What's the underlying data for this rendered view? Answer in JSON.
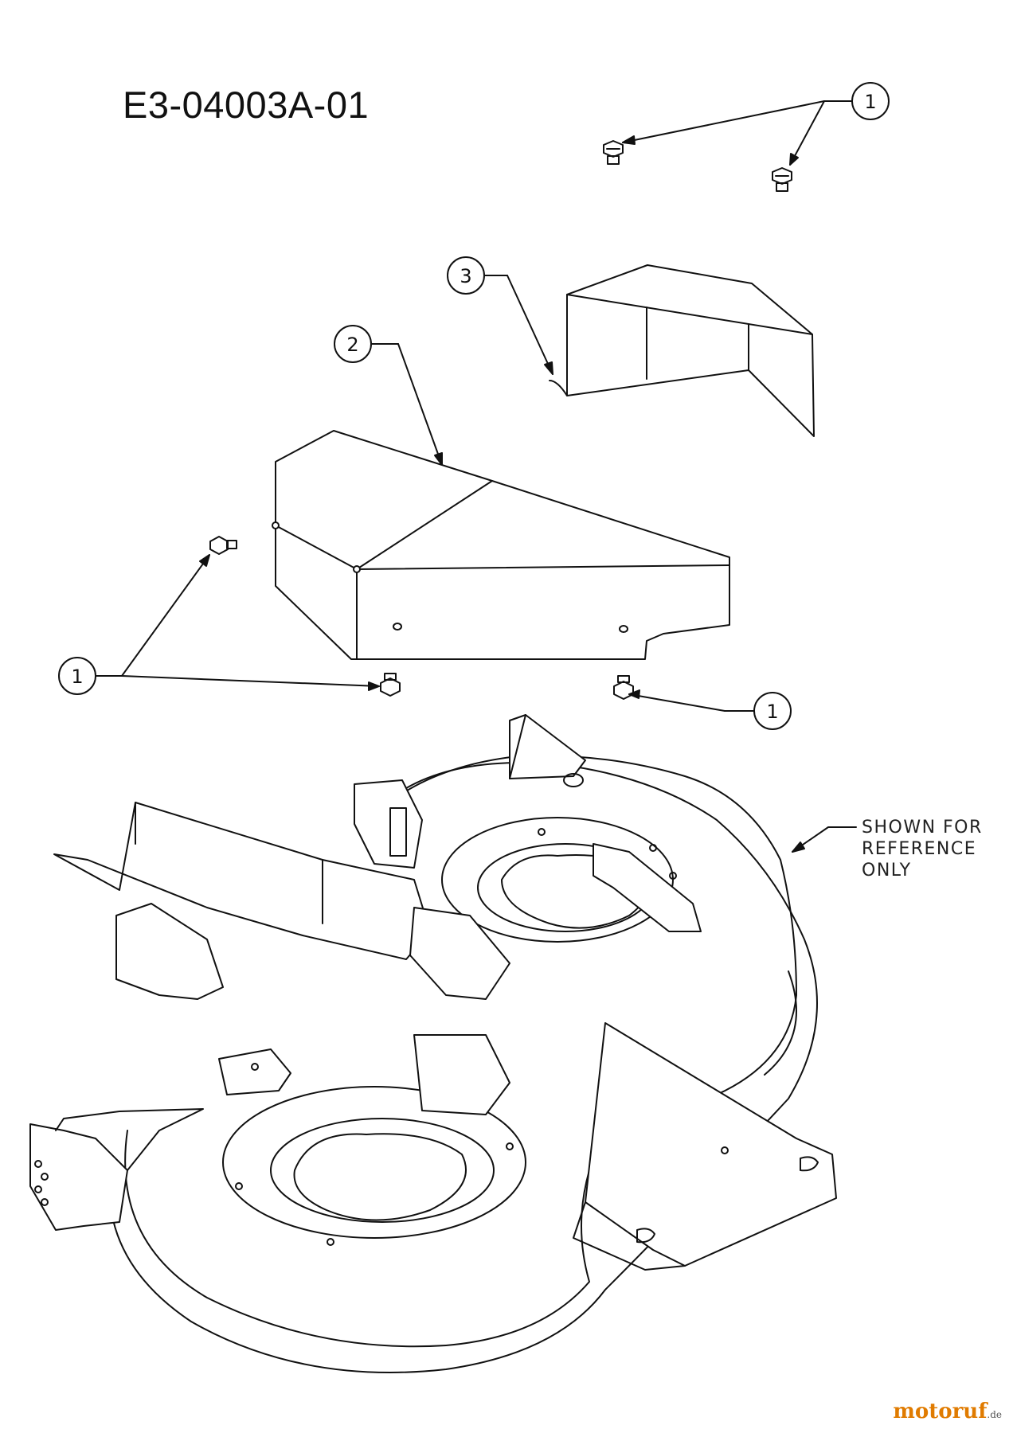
{
  "diagram": {
    "drawing_number": "E3-04003A-01",
    "reference_note": {
      "lines": [
        "SHOWN FOR",
        "REFERENCE",
        "ONLY"
      ]
    },
    "callouts": [
      {
        "label": "1"
      },
      {
        "label": "3"
      },
      {
        "label": "2"
      },
      {
        "label": "1"
      },
      {
        "label": "1"
      }
    ],
    "watermark": {
      "brand": "motoruf",
      "domain": ".de"
    }
  }
}
